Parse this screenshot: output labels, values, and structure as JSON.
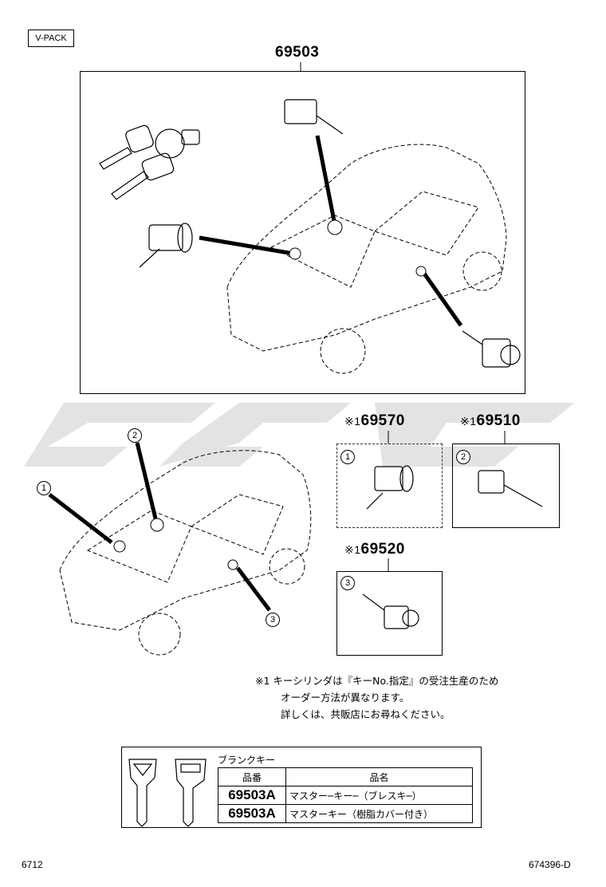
{
  "pack_label": "V-PACK",
  "main_kit": {
    "part_number": "69503"
  },
  "sub_parts": [
    {
      "mark": "※1",
      "part_number": "69570",
      "ref": "1"
    },
    {
      "mark": "※1",
      "part_number": "69510",
      "ref": "2"
    },
    {
      "mark": "※1",
      "part_number": "69520",
      "ref": "3"
    }
  ],
  "callouts": [
    "1",
    "2",
    "3"
  ],
  "note": {
    "mark": "※1",
    "lines": [
      "キーシリンダは『キーNo.指定』の受注生産のため",
      "オーダー方法が異なります。",
      "詳しくは、共販店にお尋ねください。"
    ]
  },
  "blank_key": {
    "title": "ブランクキー",
    "headers": [
      "品番",
      "品名"
    ],
    "rows": [
      {
        "part_number": "69503A",
        "name": "マスター─キー─（ブレスキ─）"
      },
      {
        "part_number": "69503A",
        "name": "マスターキー（樹脂カバー付き）"
      }
    ]
  },
  "footer": {
    "left": "6712",
    "right": "674396-D"
  },
  "colors": {
    "line": "#000000",
    "watermark": "#e3e3e3"
  }
}
